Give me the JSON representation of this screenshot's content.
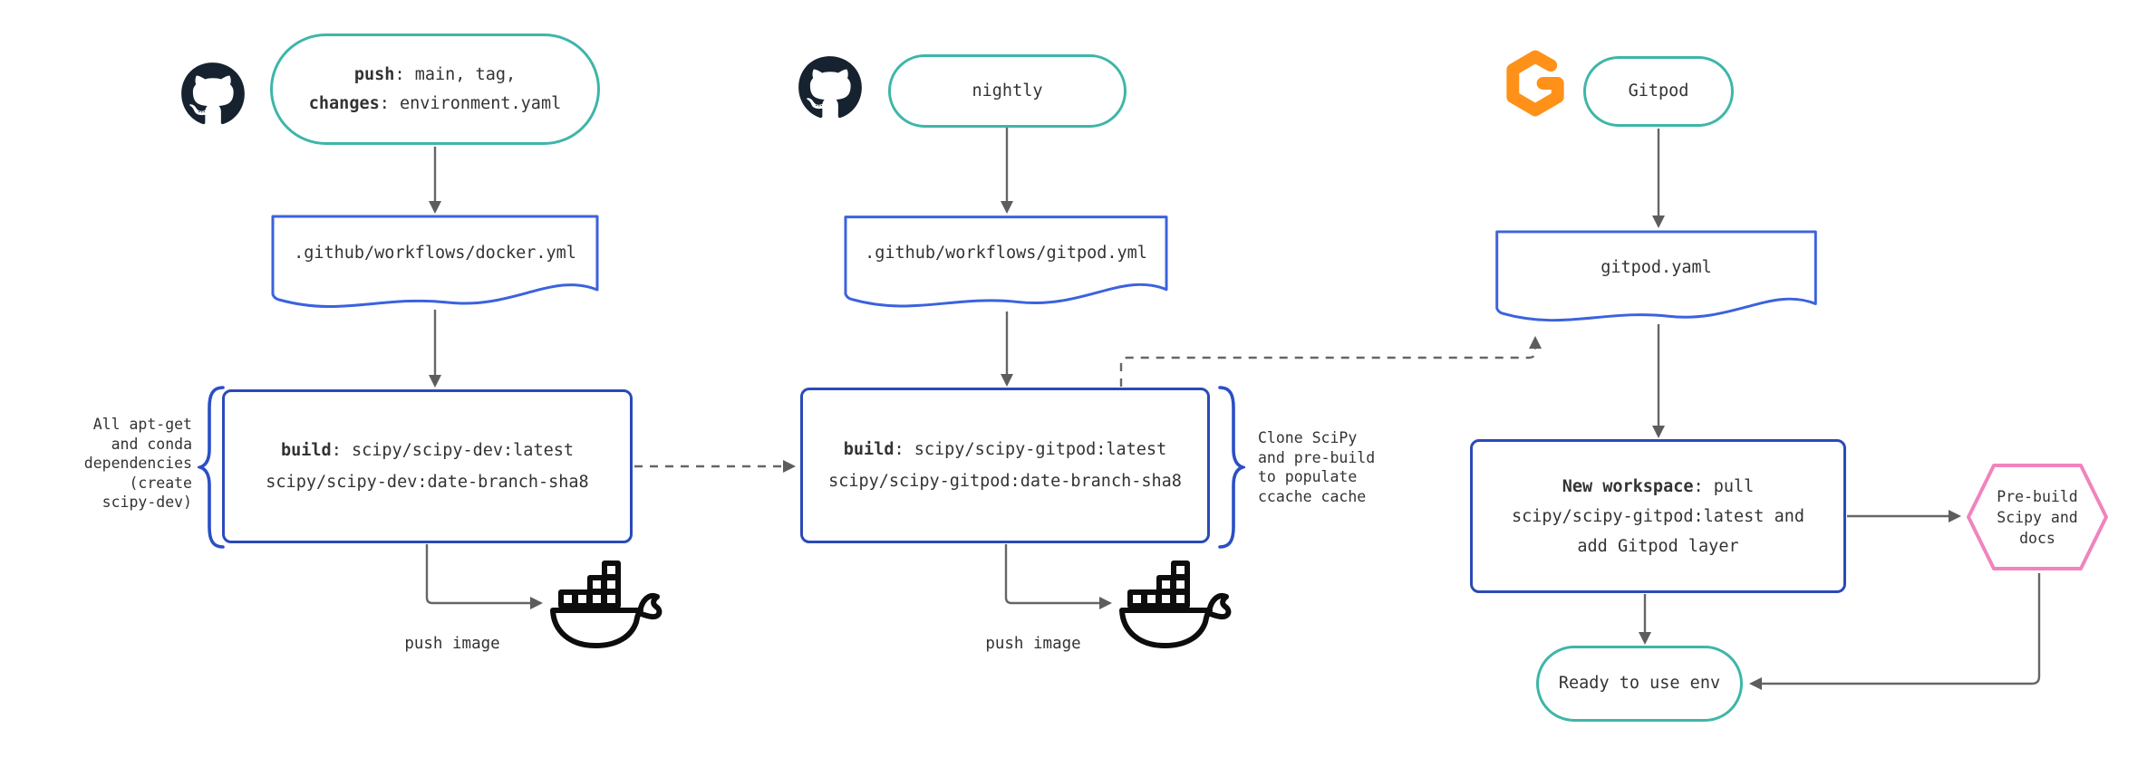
{
  "background": "#ffffff",
  "colors": {
    "teal": "#3db6a8",
    "box_blue": "#2a4ab8",
    "doc_blue": "#3b62de",
    "brace_blue": "#2a4fc6",
    "pink": "#f084bd",
    "gitpod_orange": "#ff9119",
    "github_dark": "#16222f",
    "arrow_gray": "#666666",
    "text": "#333333"
  },
  "docker_flow": {
    "trigger": {
      "line1_bold": "push",
      "line1_rest": ": main, tag,",
      "line2_bold": "changes",
      "line2_rest": ": environment.yaml"
    },
    "workflow_file": ".github/workflows/docker.yml",
    "build_box": {
      "line1_bold": "build",
      "line1_rest": ": scipy/scipy-dev:latest",
      "line2": "scipy/scipy-dev:date-branch-sha8"
    },
    "push_label": "push image",
    "note": {
      "lines": [
        "All apt-get",
        "and conda",
        "dependencies",
        "(create",
        "scipy-dev)"
      ]
    }
  },
  "gitpod_image_flow": {
    "trigger": "nightly",
    "workflow_file": ".github/workflows/gitpod.yml",
    "build_box": {
      "line1_bold": "build",
      "line1_rest": ": scipy/scipy-gitpod:latest",
      "line2": "scipy/scipy-gitpod:date-branch-sha8"
    },
    "push_label": "push image",
    "note": {
      "lines": [
        "Clone SciPy",
        "and pre-build",
        "to populate",
        "ccache cache"
      ]
    }
  },
  "workspace_flow": {
    "source_label": "Gitpod",
    "config_file": "gitpod.yaml",
    "workspace_box": {
      "line1_bold": "New workspace",
      "line1_rest": ": pull",
      "line2": "scipy/scipy-gitpod:latest and",
      "line3": "add Gitpod layer"
    },
    "prebuild": {
      "lines": [
        "Pre-build",
        "Scipy and",
        "docs"
      ]
    },
    "ready_label": "Ready to use env"
  }
}
